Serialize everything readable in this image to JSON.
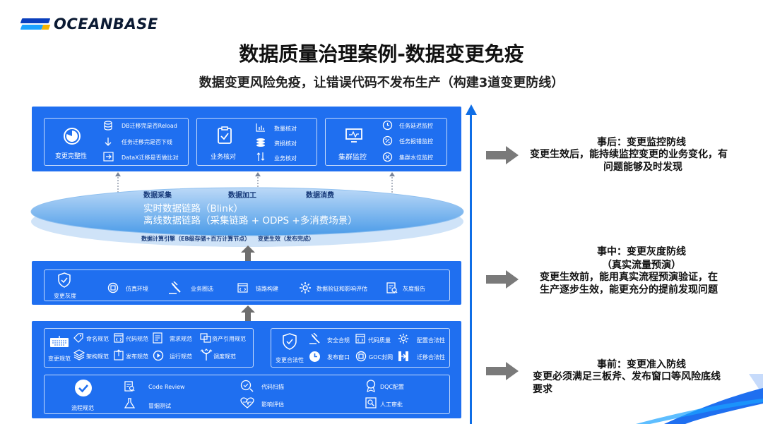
{
  "logo": {
    "text": "OCEANBASE"
  },
  "title": "数据质量治理案例-数据变更免疫",
  "subtitle": "数据变更风险免疫，让错误代码不发布生产（构建3道变更防线）",
  "top_panel": {
    "integrity": {
      "label": "变更完整性",
      "items": [
        "DB迁移完是否Reload",
        "任务迁移完是否下线",
        "DataX迁移是否做比对"
      ]
    },
    "verify": {
      "label": "业务核对",
      "items": [
        "数量核对",
        "资损核对",
        "业务核对"
      ]
    },
    "monitor": {
      "label": "集群监控",
      "items": [
        "任务延迟监控",
        "任务报错监控",
        "集群水位监控"
      ]
    }
  },
  "ellipse": {
    "labels": [
      "数据采集",
      "数据加工",
      "数据消费"
    ],
    "line1": "实时数据链路（Blink）",
    "line2": "离线数据链路（采集链路 + ODPS +多消费场景）",
    "note1": "数据计算引擎（EB级存储+百万计算节点）",
    "note2": "变更生效（发布完成）"
  },
  "middle_panel": {
    "label": "变更灰度",
    "items": [
      "仿真环境",
      "业务圈选",
      "链路构建",
      "数据验证和影响评估",
      "灰度报告"
    ]
  },
  "bottom_panel": {
    "spec": {
      "label": "变更规范",
      "row1": [
        "命名规范",
        "代码规范",
        "需求规范",
        "资产引用规范"
      ],
      "row2": [
        "架构规范",
        "发布规范",
        "运行规范",
        "调度规范"
      ]
    },
    "compliance": {
      "label": "变更合法性",
      "row1": [
        "安全合规",
        "代码质量",
        "配置合法性"
      ],
      "row2": [
        "发布窗口",
        "GOC封网",
        "迁移合法性"
      ]
    },
    "process": {
      "label": "流程规范",
      "items": [
        "Code Review",
        "冒烟测试",
        "代码扫描",
        "影响评估",
        "DQC配置",
        "人工审批"
      ]
    }
  },
  "right": {
    "after": {
      "title": "事后：变更监控防线",
      "lines": [
        "变更生效后，能持续监控变更的业务变化，有",
        "问题能够及时发现"
      ]
    },
    "during": {
      "title": "事中：变更灰度防线",
      "sub": "（真实流量预演）",
      "lines": [
        "变更生效前，能用真实流程预演验证，在",
        "生产逐步生效，能更充分的提前发现问题"
      ]
    },
    "before": {
      "title": "事前：变更准入防线",
      "lines": [
        "变更必须满足三板斧、发布窗口等风险底线",
        "要求"
      ]
    }
  },
  "colors": {
    "panel": "#1f6ff0",
    "accent": "#0f6ee6",
    "arrow_gray": "#7a7a7a"
  }
}
